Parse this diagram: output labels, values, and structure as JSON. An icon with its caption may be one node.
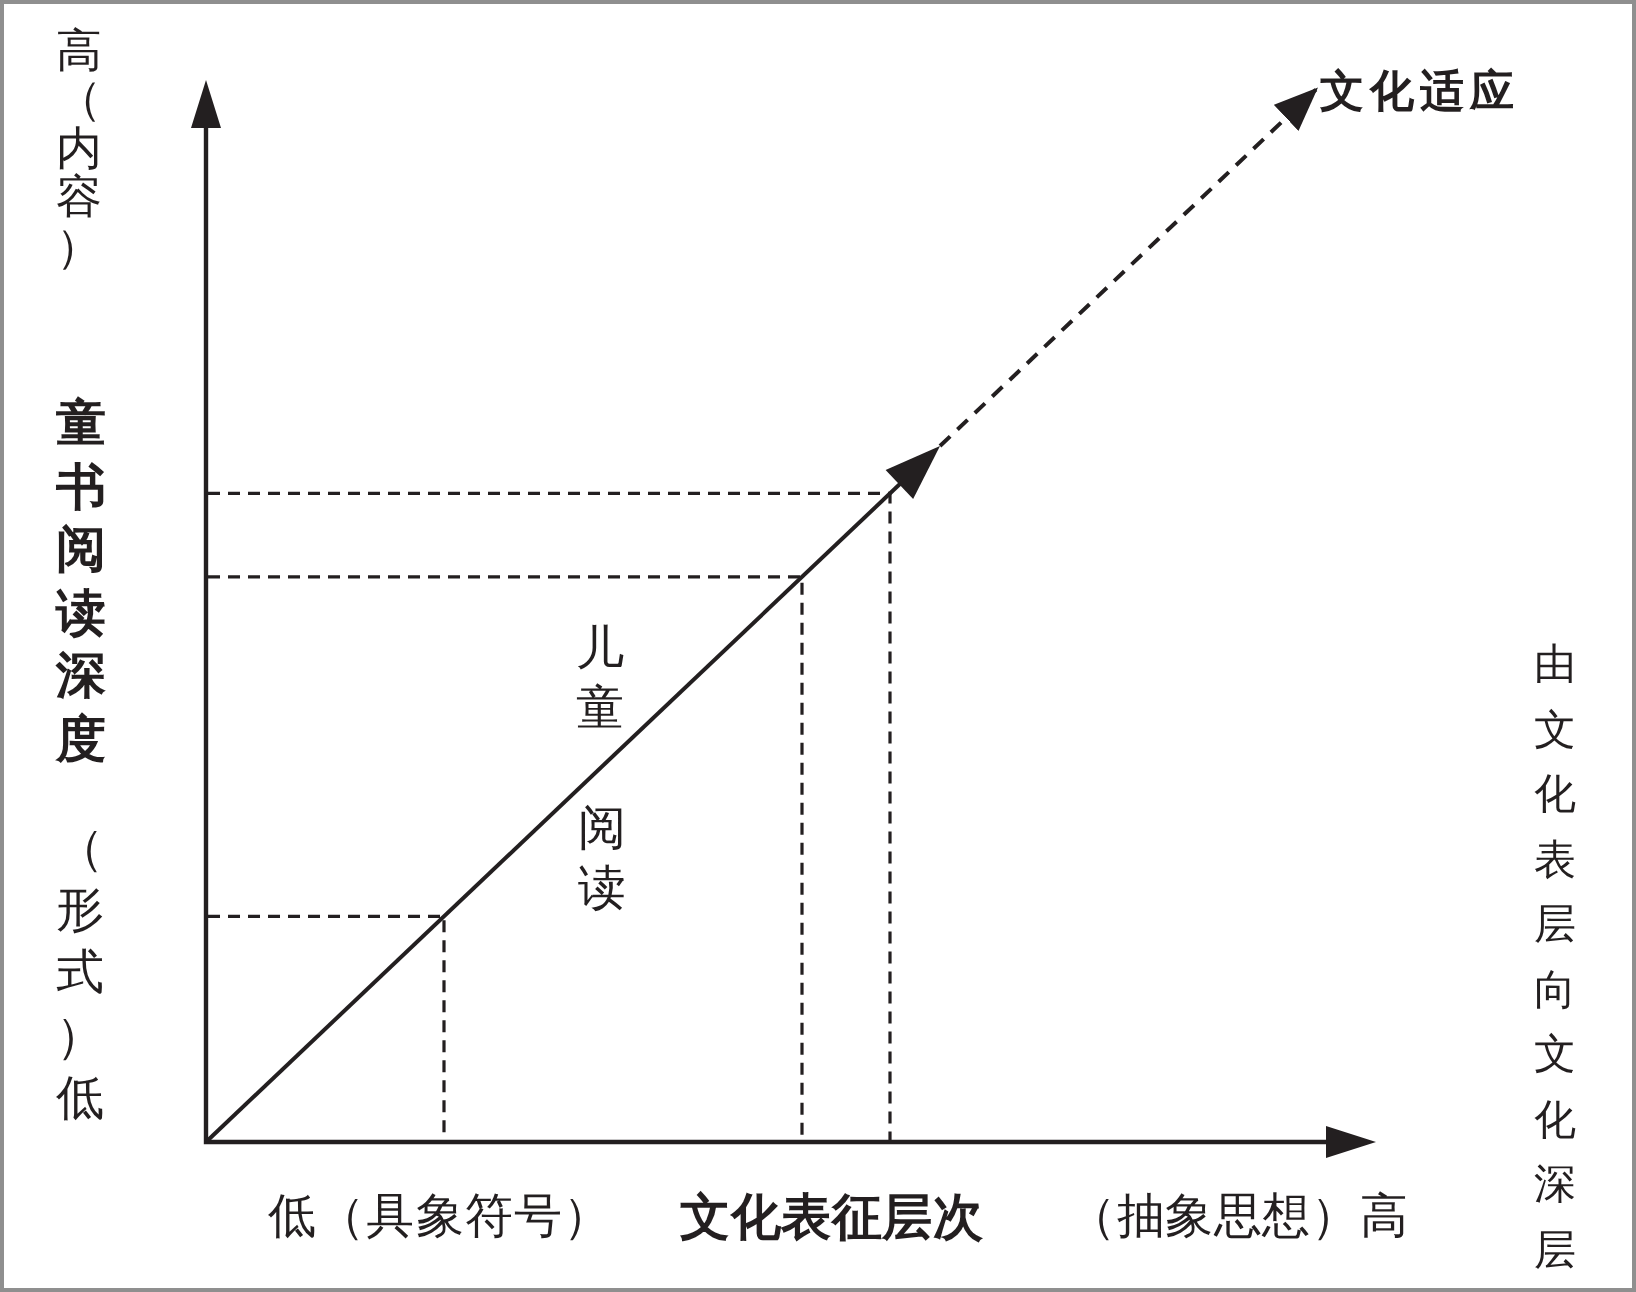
{
  "diagram": {
    "nodes": [
      {
        "text": [
          "文化适应"
        ]
      },
      {
        "text": [
          "儿童",
          "阅读"
        ]
      }
    ],
    "edges": [
      {
        "from": 1,
        "to": 0,
        "arrow": "to",
        "style": "dashed"
      }
    ],
    "labels": [
      "高（内容）",
      "童书阅读深度",
      "（形式）低",
      "由文化表层向文化深层",
      "低（具象符号）",
      "文化表征层次",
      "（抽象思想）高"
    ]
  }
}
